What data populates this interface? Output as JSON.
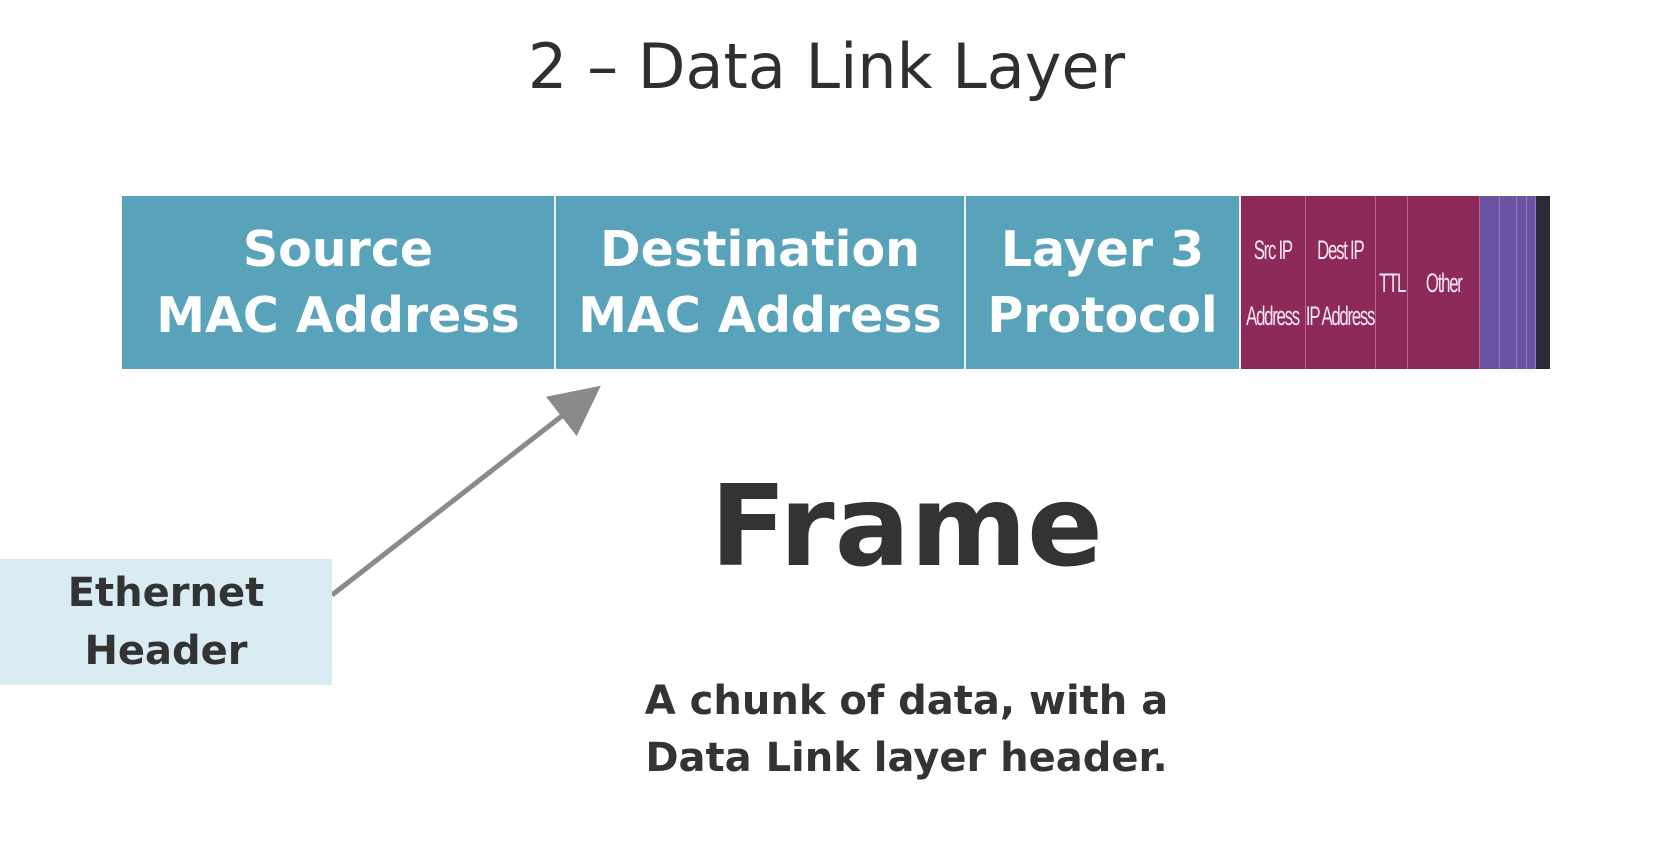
{
  "title": "2 – Data Link Layer",
  "frame": {
    "ethernet_fields": [
      {
        "line1": "Source",
        "line2": "MAC Address"
      },
      {
        "line1": "Destination",
        "line2": "MAC Address"
      },
      {
        "line1": "Layer 3",
        "line2": "Protocol"
      }
    ],
    "ip_fields": [
      {
        "line1": "Src IP",
        "line2": "Address"
      },
      {
        "line1": "Dest IP",
        "line2": "IP Address"
      },
      {
        "line1": "TTL",
        "line2": ""
      },
      {
        "line1": "Other",
        "line2": ""
      }
    ]
  },
  "heading": "Frame",
  "description": {
    "line1": "A chunk of data, with a",
    "line2": "Data Link layer header."
  },
  "callout": {
    "line1": "Ethernet",
    "line2": "Header"
  },
  "colors": {
    "ethernet": "#58a3ba",
    "ip": "#8e2a5a",
    "tcp": "#6a52a3",
    "callout": "#d9ecf3",
    "arrow": "#8a8a8a"
  }
}
